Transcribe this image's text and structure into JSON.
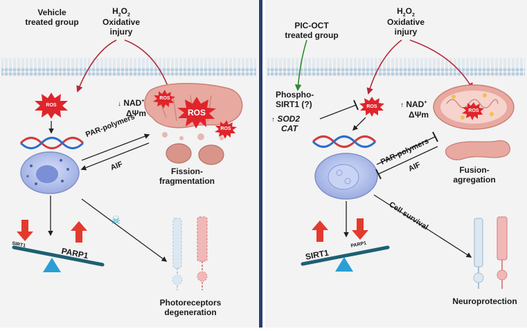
{
  "left_panel": {
    "vehicle_label_line1": "Vehicle",
    "vehicle_label_line2": "treated group",
    "h2o2_line1": "H",
    "h2o2_sub1": "2",
    "h2o2_mid": "O",
    "h2o2_sub2": "2",
    "oxidative_line1": "Oxidative",
    "oxidative_line2": "injury",
    "ros_label": "ROS",
    "nad_label": "NAD",
    "nad_sup": "+",
    "dpsi_label": "ΔΨm",
    "down_arrow": "↓",
    "par_polymers": "PAR-polymers",
    "aif": "AIF",
    "fission_line1": "Fission-",
    "fission_line2": "fragmentation",
    "sirt1_small": "SIRT1",
    "parp1_big": "PARP1",
    "photo_line1": "Photoreceptors",
    "photo_line2": "degeneration",
    "skull_icon": "☠"
  },
  "right_panel": {
    "picoct_line1": "PIC-OCT",
    "picoct_line2": "treated group",
    "h2o2_line1": "H",
    "h2o2_sub1": "2",
    "h2o2_mid": "O",
    "h2o2_sub2": "2",
    "oxidative_line1": "Oxidative",
    "oxidative_line2": "injury",
    "phospho_line1": "Phospho-",
    "phospho_line2": "SIRT1 (?)",
    "sod2": "SOD2",
    "cat": "CAT",
    "up_arrow": "↑",
    "ros_label": "ROS",
    "nad_label": "NAD",
    "nad_sup": "+",
    "dpsi_label": "ΔΨm",
    "par_polymers": "PAR-polymers",
    "aif": "AIF",
    "fusion_line1": "Fusion-",
    "fusion_line2": "agregation",
    "cell_survival": "Cell survival",
    "sirt1_big": "SIRT1",
    "parp1_small": "PARP1",
    "neuroprotection": "Neuroprotection"
  },
  "colors": {
    "divider": "#2c3e72",
    "membrane": "#a9c4d8",
    "ros_red": "#e0242b",
    "arrow_red": "#b3283a",
    "arrow_green": "#2f8a2f",
    "cell_blue": "#a9b8e6",
    "mito_pink": "#e8a9a0",
    "seesaw": "#1e5f73",
    "fulcrum": "#2a9fd6",
    "big_arrow_red": "#e23b2e"
  }
}
